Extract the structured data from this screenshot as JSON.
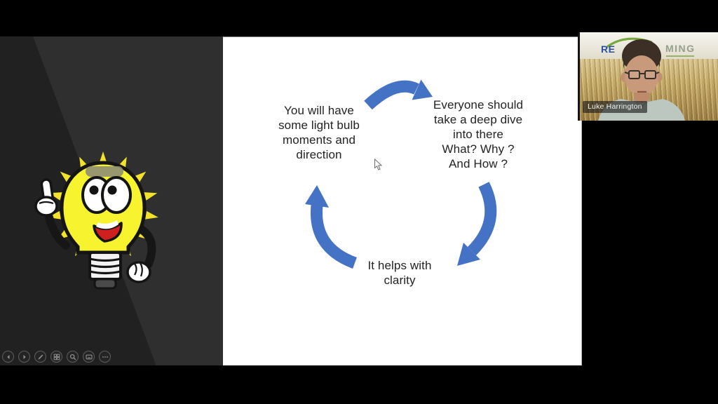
{
  "slide": {
    "blocks": {
      "left": "You will have\nsome light bulb\nmoments and\ndirection",
      "right": "Everyone should\ntake a deep dive\ninto there\nWhat? Why ?\nAnd How ?",
      "bottom": "It helps with\nclarity"
    },
    "cycle_arrow_count": 3
  },
  "webcam": {
    "name": "Luke Harrington",
    "logo": {
      "left": "RE",
      "right": "MING"
    }
  },
  "toolbar": {
    "icons": [
      {
        "name": "previous-slide-icon",
        "glyph": "left-caret"
      },
      {
        "name": "next-slide-icon",
        "glyph": "right-caret"
      },
      {
        "name": "pen-icon",
        "glyph": "pen"
      },
      {
        "name": "see-all-slides-icon",
        "glyph": "grid"
      },
      {
        "name": "zoom-icon",
        "glyph": "magnifier"
      },
      {
        "name": "subtitles-icon",
        "glyph": "captions-box"
      },
      {
        "name": "more-options-icon",
        "glyph": "ellipsis"
      }
    ]
  },
  "colors": {
    "arrow_blue": "#4472c4",
    "slide_bg": "#ffffff",
    "panel_bg": "#2f2f30",
    "panel_shade": "#212122",
    "letterbox": "#000000",
    "bulb_yellow": "#f7f32e",
    "logo_blue": "#2a50a2",
    "logo_green": "#85a84c",
    "text_dark": "#232323"
  }
}
